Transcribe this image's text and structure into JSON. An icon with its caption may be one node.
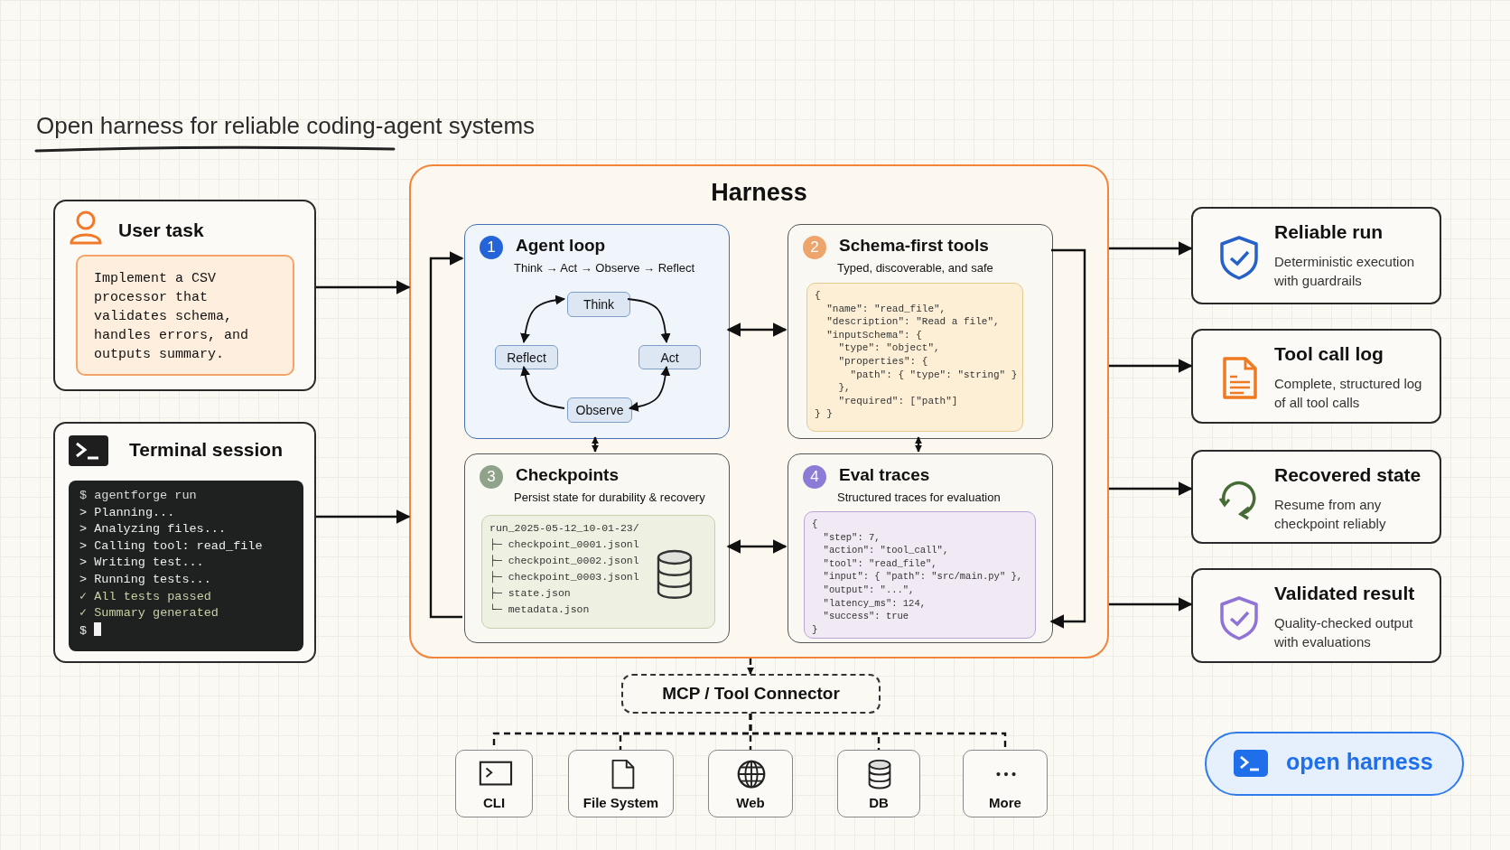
{
  "diagram": {
    "title": "Open harness for reliable coding-agent systems",
    "nodes": [
      {
        "text": [
          "User task"
        ]
      },
      {
        "text": [
          "Implement a CSV processor that validates schema, handles errors, and outputs summary."
        ],
        "in": 0
      },
      {
        "text": [
          "Terminal session"
        ]
      },
      {
        "text": [
          "$ agentforge run",
          "> Planning...",
          "> Analyzing files...",
          "> Calling tool: read_file",
          "> Writing test...",
          "> Running tests...",
          "✓ All tests passed",
          "✓ Summary generated",
          "$"
        ],
        "in": 2
      },
      {
        "text": [
          "Harness"
        ]
      },
      {
        "text": [
          "1",
          "Agent loop",
          "Think → Act → Observe → Reflect"
        ],
        "in": 4
      },
      {
        "text": [
          "Think"
        ],
        "in": 5
      },
      {
        "text": [
          "Reflect"
        ],
        "in": 5
      },
      {
        "text": [
          "Act"
        ],
        "in": 5
      },
      {
        "text": [
          "Observe"
        ],
        "in": 5
      },
      {
        "text": [
          "2",
          "Schema-first tools",
          "Typed, discoverable, and safe"
        ],
        "in": 4
      },
      {
        "text": [
          "{",
          "\"name\": \"read_file\",",
          "\"description\": \"Read a file\",",
          "\"inputSchema\": {",
          "\"type\": \"object\",",
          "\"properties\": {",
          "\"path\": { \"type\": \"string\" }",
          "},",
          "\"required\": [\"path\"]",
          "} }"
        ],
        "in": 10
      },
      {
        "text": [
          "3",
          "Checkpoints",
          "Persist state for durability & recovery"
        ],
        "in": 4
      },
      {
        "text": [
          "run_2025-05-12_10-01-23/",
          "├─ checkpoint_0001.jsonl",
          "├─ checkpoint_0002.jsonl",
          "├─ checkpoint_0003.jsonl",
          "├─ state.json",
          "└─ metadata.json"
        ],
        "in": 12
      },
      {
        "text": [
          "4",
          "Eval traces",
          "Structured traces for evaluation"
        ],
        "in": 4
      },
      {
        "text": [
          "{",
          "\"step\": 7,",
          "\"action\": \"tool_call\",",
          "\"tool\": \"read_file\",",
          "\"input\": { \"path\": \"src/main.py\" },",
          "\"output\": \"...\",",
          "\"latency_ms\": 124,",
          "\"success\": true",
          "}"
        ],
        "in": 14
      },
      {
        "text": [
          "Reliable run",
          "Deterministic execution with guardrails"
        ]
      },
      {
        "text": [
          "Tool call log",
          "Complete, structured log of all tool calls"
        ]
      },
      {
        "text": [
          "Recovered state",
          "Resume from any checkpoint reliably"
        ]
      },
      {
        "text": [
          "Validated result",
          "Quality-checked output with evaluations"
        ]
      },
      {
        "text": [
          "MCP / Tool Connector"
        ]
      },
      {
        "text": [
          "CLI"
        ]
      },
      {
        "text": [
          "File System"
        ]
      },
      {
        "text": [
          "Web"
        ]
      },
      {
        "text": [
          "DB"
        ]
      },
      {
        "text": [
          "More"
        ]
      },
      {
        "text": [
          "open harness"
        ]
      }
    ],
    "edges": [
      {
        "from": 0,
        "to": 4,
        "arrow": "to"
      },
      {
        "from": 2,
        "to": 4,
        "arrow": "to"
      },
      {
        "from": 6,
        "to": 8,
        "arrow": "to"
      },
      {
        "from": 8,
        "to": 9,
        "arrow": "both"
      },
      {
        "from": 9,
        "to": 7,
        "arrow": "to"
      },
      {
        "from": 7,
        "to": 6,
        "arrow": "both"
      },
      {
        "from": 5,
        "to": 10,
        "arrow": "both"
      },
      {
        "from": 12,
        "to": 14,
        "arrow": "both"
      },
      {
        "from": 5,
        "to": 12,
        "arrow": "both"
      },
      {
        "from": 10,
        "to": 14,
        "arrow": "both"
      },
      {
        "from": 12,
        "to": 5,
        "arrow": "to"
      },
      {
        "from": 10,
        "to": 14,
        "arrow": "to"
      },
      {
        "from": 4,
        "to": 16,
        "arrow": "to"
      },
      {
        "from": 4,
        "to": 17,
        "arrow": "to"
      },
      {
        "from": 4,
        "to": 18,
        "arrow": "to"
      },
      {
        "from": 4,
        "to": 19,
        "arrow": "to"
      },
      {
        "from": 4,
        "to": 20,
        "arrow": "to",
        "style": "dashed"
      },
      {
        "from": 20,
        "to": 21,
        "arrow": "none",
        "style": "dashed"
      },
      {
        "from": 20,
        "to": 22,
        "arrow": "none",
        "style": "dashed"
      },
      {
        "from": 20,
        "to": 23,
        "arrow": "none",
        "style": "dashed"
      },
      {
        "from": 20,
        "to": 24,
        "arrow": "none",
        "style": "dashed"
      },
      {
        "from": 20,
        "to": 25,
        "arrow": "none",
        "style": "dashed"
      }
    ]
  }
}
